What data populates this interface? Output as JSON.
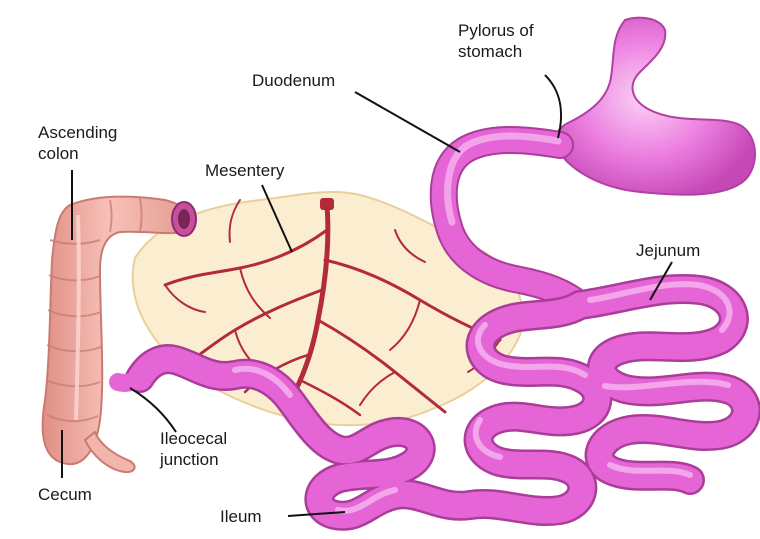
{
  "labels": {
    "pylorus": "Pylorus of stomach",
    "duodenum": "Duodenum",
    "ascending_colon": "Ascending colon",
    "mesentery": "Mesentery",
    "jejunum": "Jejunum",
    "ileocecal_junction": "Ileocecal junction",
    "cecum": "Cecum",
    "ileum": "Ileum"
  },
  "colors": {
    "intestine": "#e565d6",
    "intestine_light": "#f6b3ee",
    "intestine_dark": "#a93d98",
    "colon": "#f0a9a0",
    "colon_dark": "#c97b70",
    "mesentery": "#fbeed0",
    "vessel": "#b32b3a",
    "leader_line": "#111111"
  }
}
